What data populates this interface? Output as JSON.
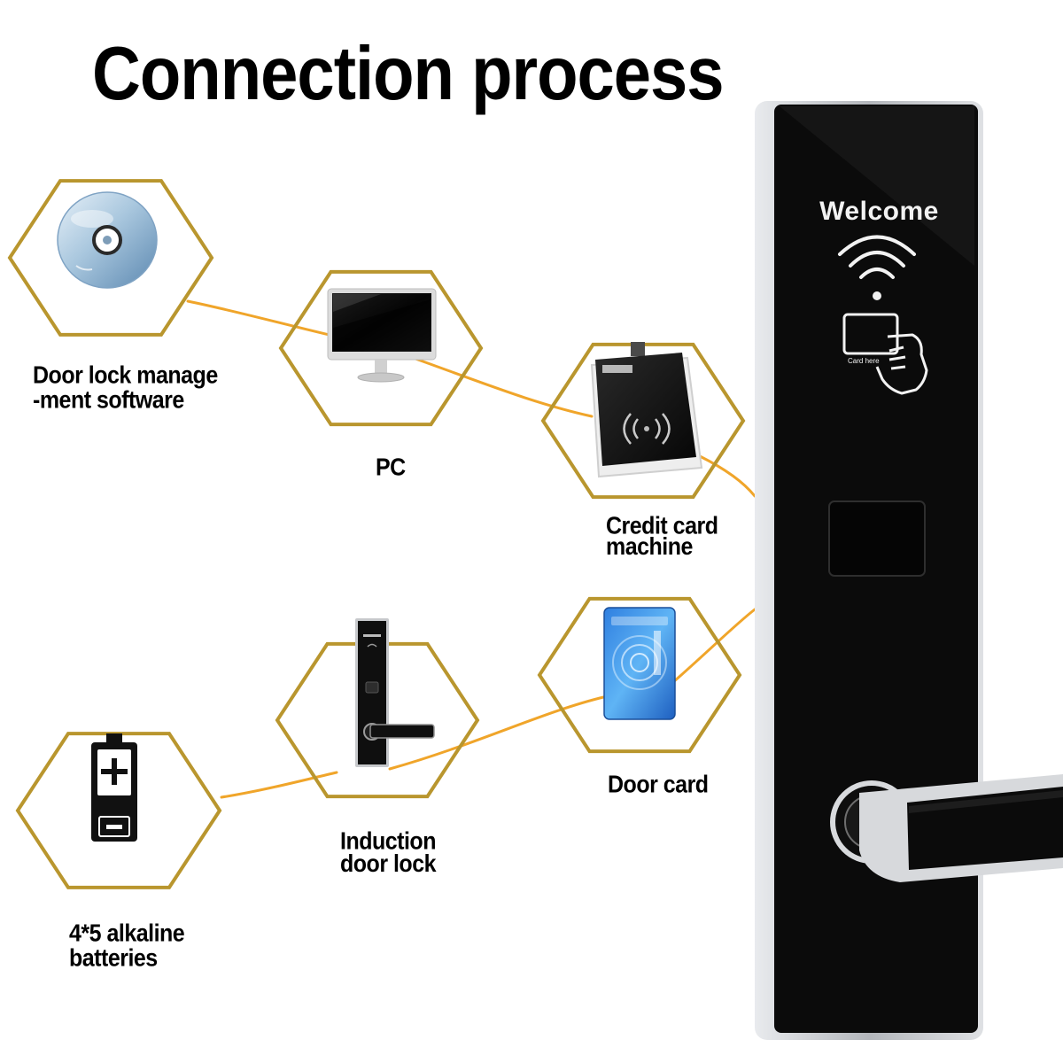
{
  "title": "Connection process",
  "colors": {
    "hex_border": "#b9962e",
    "connector": "#f0a52a",
    "lock_panel": "#0c0c0c",
    "lock_frame": "#bfc2c6",
    "background": "#ffffff"
  },
  "nodes": [
    {
      "id": "software",
      "label_lines": [
        "Door lock manage",
        "-ment software"
      ],
      "icon": "disc-icon"
    },
    {
      "id": "pc",
      "label_lines": [
        "PC"
      ],
      "icon": "monitor-icon"
    },
    {
      "id": "card-machine",
      "label_lines": [
        "Credit card",
        "machine"
      ],
      "icon": "card-reader-icon"
    },
    {
      "id": "door-card",
      "label_lines": [
        "Door card"
      ],
      "icon": "rfid-card-icon"
    },
    {
      "id": "induction-lock",
      "label_lines": [
        "Induction",
        "door lock"
      ],
      "icon": "door-lock-icon"
    },
    {
      "id": "batteries",
      "label_lines": [
        "4*5 alkaline",
        "batteries"
      ],
      "icon": "battery-icon"
    }
  ],
  "device": {
    "screen_text": "Welcome",
    "card_hint": "Card here",
    "icons": [
      "wifi-icon",
      "hand-card-icon",
      "card-slot",
      "door-handle"
    ]
  }
}
